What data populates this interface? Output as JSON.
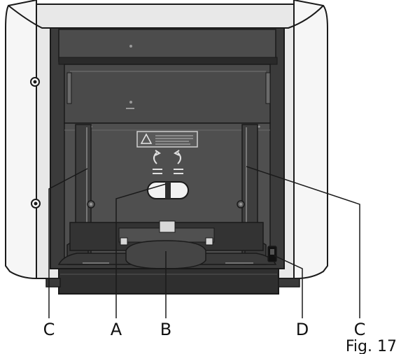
{
  "callouts": {
    "c_left": "C",
    "a": "A",
    "b": "B",
    "d": "D",
    "c_right": "C"
  },
  "figure_label": "Fig. 17",
  "colors": {
    "line": "#1a1a1a",
    "housing": "#f4f4f4",
    "panel": "#4a4a4a",
    "panel_dark": "#2e2e2e",
    "panel_mid": "#5a5a5a",
    "tray": "#3a3a3a"
  }
}
